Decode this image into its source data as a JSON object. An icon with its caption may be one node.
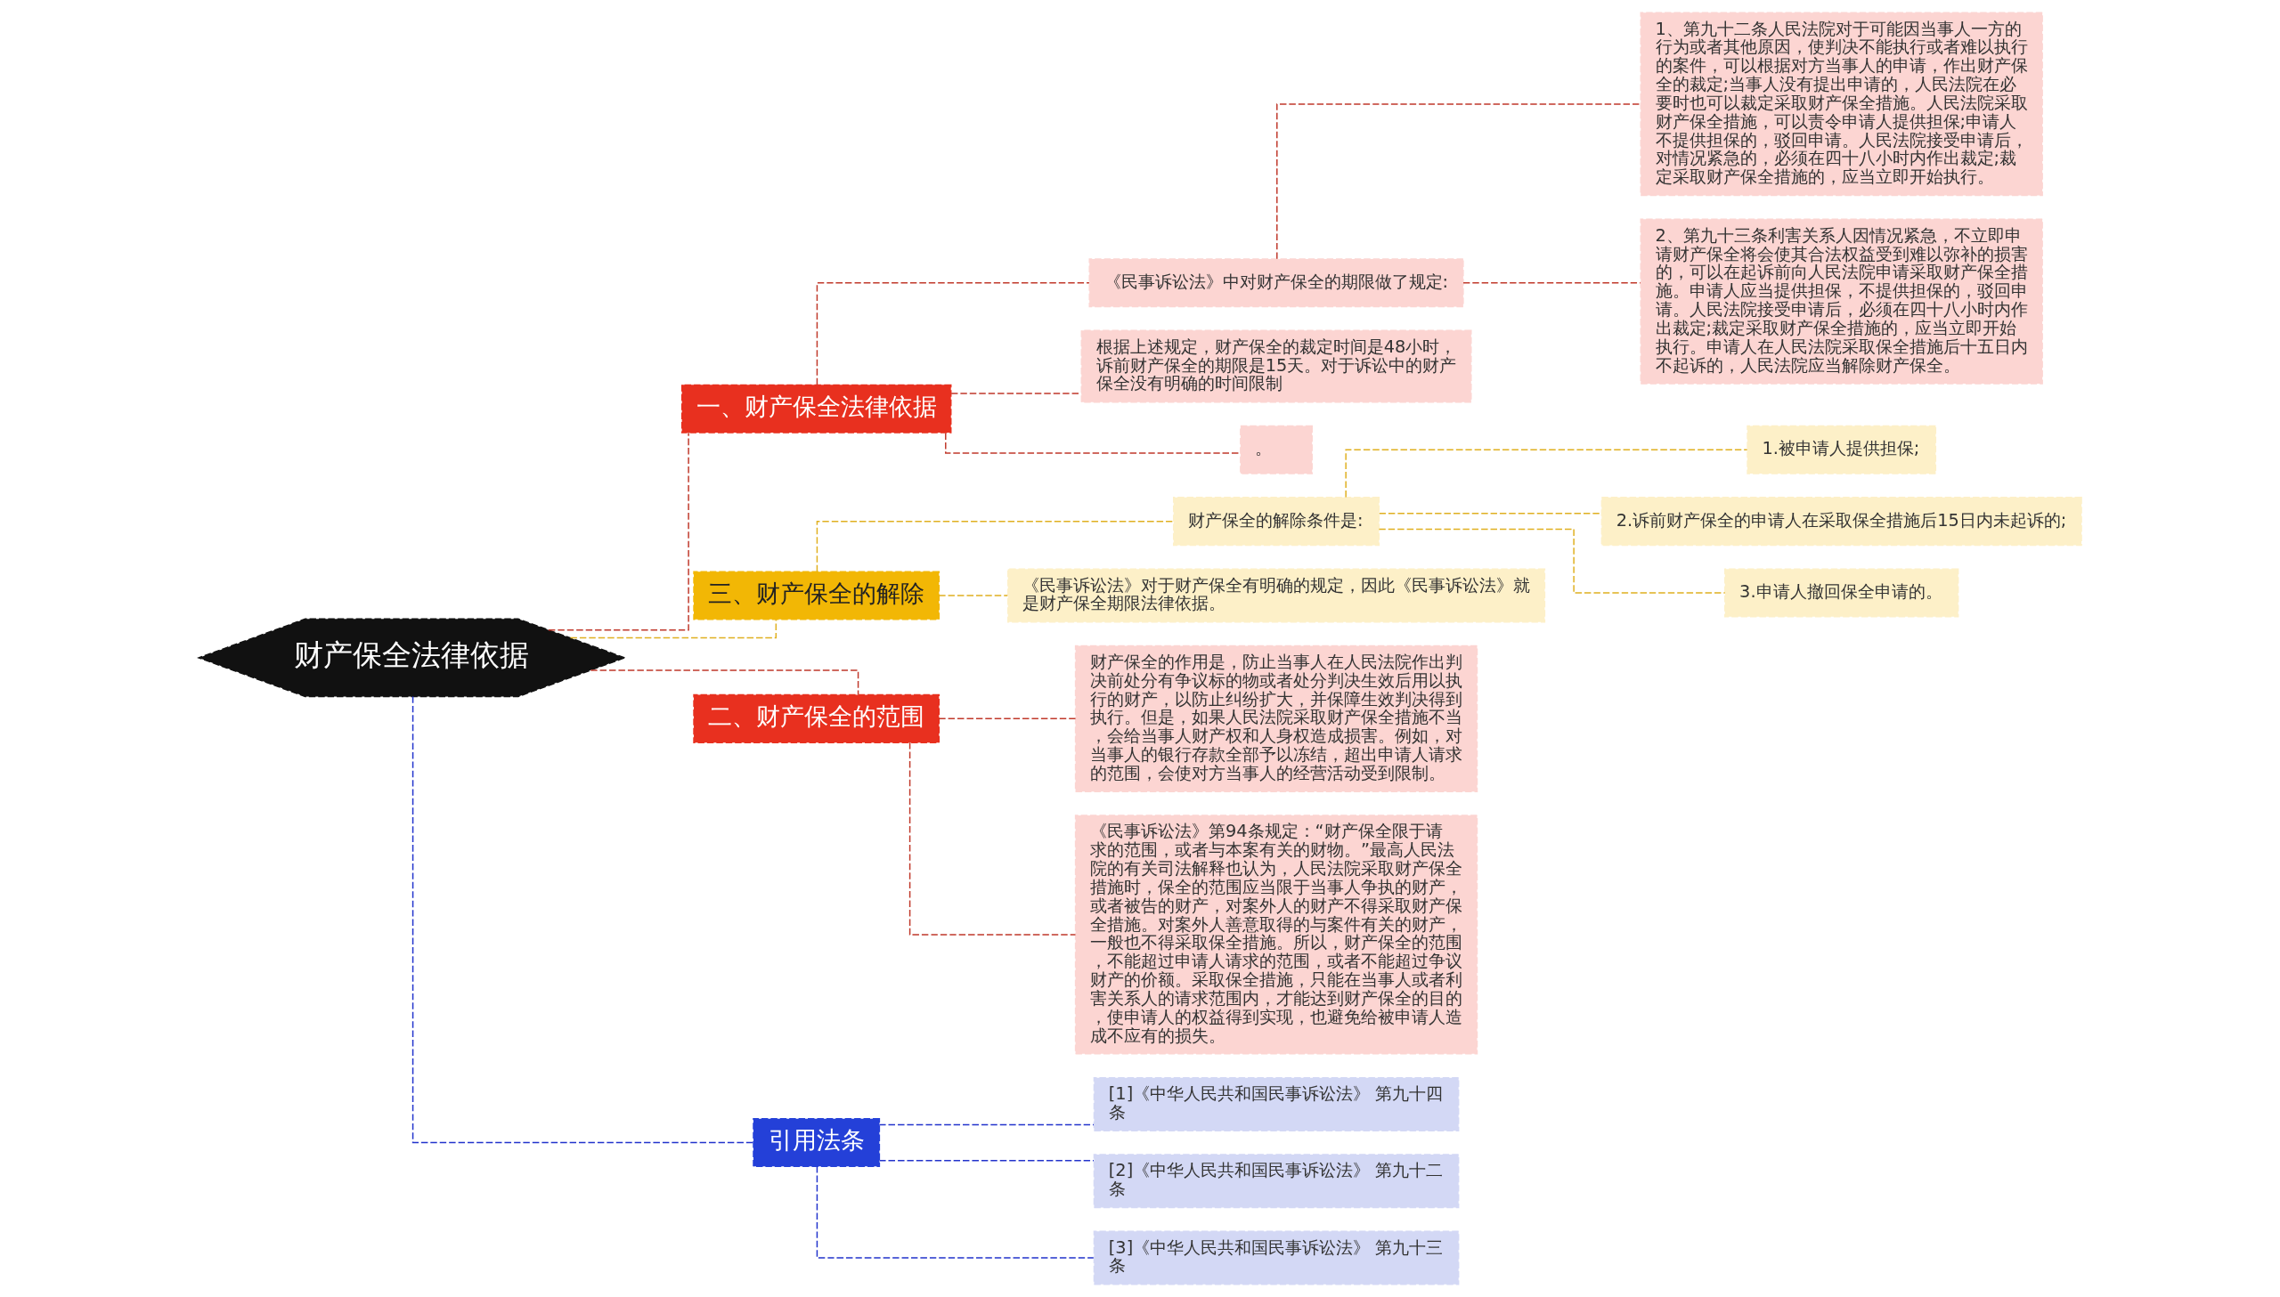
{
  "diagram": {
    "nodes": [
      {
        "text": [
          "财产保全法律依据"
        ]
      },
      {
        "text": [
          "一、财产保全法律依据"
        ]
      },
      {
        "text": [
          "《民事诉讼法》中对财产保全的期限做了规定:"
        ]
      },
      {
        "text": [
          "1、第九十二条人民法院对于可能因当事人一方的行为或者其他原因，使判决不能执行或者难以执行的案件，可以根据对方当事人的申请，作出财产保全的裁定;当事人没有提出申请的，人民法院在必要时也可以裁定采取财产保全措施。人民法院采取财产保全措施，可以责令申请人提供担保;申请人不提供担保的，驳回申请。人民法院接受申请后，对情况紧急的，必须在四十八小时内作出裁定;裁定采取财产保全措施的，应当立即开始执行。"
        ]
      },
      {
        "text": [
          "2、第九十三条利害关系人因情况紧急，不立即申请财产保全将会使其合法权益受到难以弥补的损害的，可以在起诉前向人民法院申请采取财产保全措施。申请人应当提供担保，不提供担保的，驳回申请。人民法院接受申请后，必须在四十八小时内作出裁定;裁定采取财产保全措施的，应当立即开始执行。申请人在人民法院采取保全措施后十五日内不起诉的，人民法院应当解除财产保全。"
        ]
      },
      {
        "text": [
          "根据上述规定，财产保全的裁定时间是48小时，诉前财产保全的期限是15天。对于诉讼中的财产保全没有明确的时间限制"
        ]
      },
      {
        "text": [
          "。"
        ]
      },
      {
        "text": [
          "三、财产保全的解除"
        ]
      },
      {
        "text": [
          "财产保全的解除条件是:"
        ]
      },
      {
        "text": [
          "1.被申请人提供担保;"
        ]
      },
      {
        "text": [
          "2.诉前财产保全的申请人在采取保全措施后15日内未起诉的;"
        ]
      },
      {
        "text": [
          "3.申请人撤回保全申请的。"
        ]
      },
      {
        "text": [
          "《民事诉讼法》对于财产保全有明确的规定，因此《民事诉讼法》就是财产保全期限法律依据。"
        ]
      },
      {
        "text": [
          "二、财产保全的范围"
        ]
      },
      {
        "text": [
          "财产保全的作用是，防止当事人在人民法院作出判决前处分有争议标的物或者处分判决生效后用以执行的财产，以防止纠纷扩大，并保障生效判决得到执行。但是，如果人民法院采取财产保全措施不当，会给当事人财产权和人身权造成损害。例如，对当事人的银行存款全部予以冻结，超出申请人请求的范围，会使对方当事人的经营活动受到限制。"
        ]
      },
      {
        "text": [
          "《民事诉讼法》第94条规定：“财产保全限于请求的范围，或者与本案有关的财物。”最高人民法院的有关司法解释也认为，人民法院采取财产保全措施时，保全的范围应当限于当事人争执的财产，或者被告的财产，对案外人的财产不得采取财产保全措施。对案外人善意取得的与案件有关的财产，一般也不得采取保全措施。所以，财产保全的范围，不能超过申请人请求的范围，或者不能超过争议财产的价额。采取保全措施，只能在当事人或者利害关系人的请求范围内，才能达到财产保全的目的，使申请人的权益得到实现，也避免给被申请人造成不应有的损失。"
        ]
      },
      {
        "text": [
          "引用法条"
        ]
      },
      {
        "text": [
          "[1]《中华人民共和国民事诉讼法》 第九十四条"
        ]
      },
      {
        "text": [
          "[2]《中华人民共和国民事诉讼法》 第九十二条"
        ]
      },
      {
        "text": [
          "[3]《中华人民共和国民事诉讼法》 第九十三条"
        ]
      }
    ],
    "edges": [
      {
        "from": 0,
        "to": 1,
        "arrow": "none",
        "style": "dashed",
        "color": "#c0392b"
      },
      {
        "from": 1,
        "to": 2,
        "arrow": "none",
        "style": "dashed",
        "color": "#c0392b"
      },
      {
        "from": 2,
        "to": 3,
        "arrow": "none",
        "style": "dashed",
        "color": "#c0392b"
      },
      {
        "from": 2,
        "to": 4,
        "arrow": "none",
        "style": "dashed",
        "color": "#c0392b"
      },
      {
        "from": 1,
        "to": 5,
        "arrow": "none",
        "style": "dashed",
        "color": "#c0392b"
      },
      {
        "from": 1,
        "to": 6,
        "arrow": "none",
        "style": "dashed",
        "color": "#c0392b"
      },
      {
        "from": 0,
        "to": 7,
        "arrow": "none",
        "style": "dashed",
        "color": "#e0b020"
      },
      {
        "from": 7,
        "to": 8,
        "arrow": "none",
        "style": "dashed",
        "color": "#e0b020"
      },
      {
        "from": 8,
        "to": 9,
        "arrow": "none",
        "style": "dashed",
        "color": "#e0b020"
      },
      {
        "from": 8,
        "to": 10,
        "arrow": "none",
        "style": "dashed",
        "color": "#e0b020"
      },
      {
        "from": 8,
        "to": 11,
        "arrow": "none",
        "style": "dashed",
        "color": "#e0b020"
      },
      {
        "from": 7,
        "to": 12,
        "arrow": "none",
        "style": "dashed",
        "color": "#e0b020"
      },
      {
        "from": 0,
        "to": 13,
        "arrow": "none",
        "style": "dashed",
        "color": "#c0392b"
      },
      {
        "from": 13,
        "to": 14,
        "arrow": "none",
        "style": "dashed",
        "color": "#c0392b"
      },
      {
        "from": 13,
        "to": 15,
        "arrow": "none",
        "style": "dashed",
        "color": "#c0392b"
      },
      {
        "from": 0,
        "to": 16,
        "arrow": "none",
        "style": "dashed",
        "color": "#2233cc"
      },
      {
        "from": 16,
        "to": 17,
        "arrow": "none",
        "style": "dashed",
        "color": "#2233cc"
      },
      {
        "from": 16,
        "to": 18,
        "arrow": "none",
        "style": "dashed",
        "color": "#2233cc"
      },
      {
        "from": 16,
        "to": 19,
        "arrow": "none",
        "style": "dashed",
        "color": "#2233cc"
      }
    ]
  }
}
